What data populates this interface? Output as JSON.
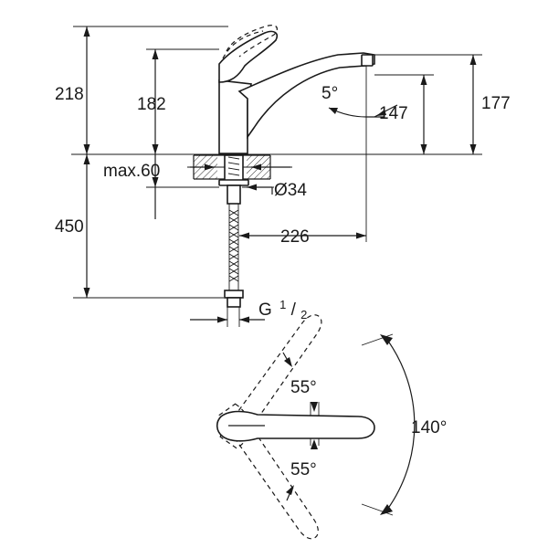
{
  "dimensions": {
    "total_height": "218",
    "body_height": "182",
    "spout_angle": "5°",
    "outlet_height": "147",
    "spout_height": "177",
    "max_deck": "max.60",
    "hole_diameter": "Ø34",
    "hose_length": "450",
    "reach": "226",
    "connection_thread": "G",
    "thread_num": "1",
    "thread_den": "2"
  },
  "rotation": {
    "upper_angle": "55°",
    "lower_angle": "55°",
    "swivel_angle": "140°"
  }
}
